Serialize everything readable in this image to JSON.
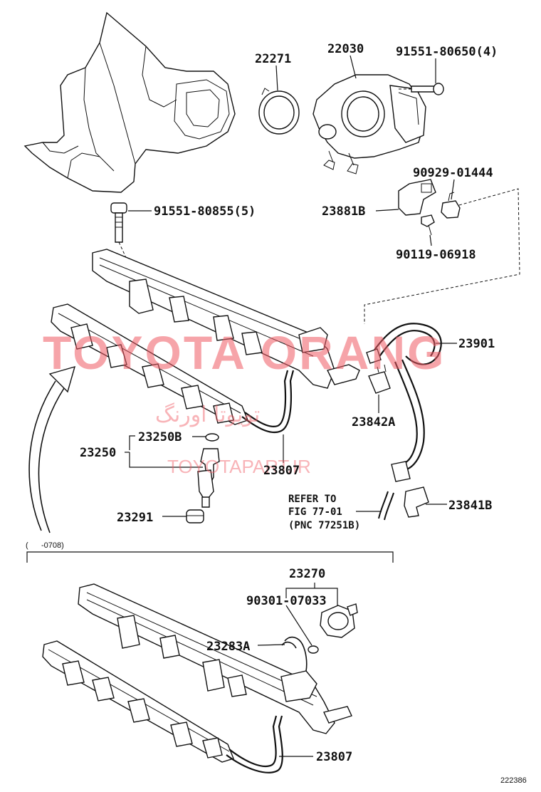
{
  "labels": {
    "p22271": "22271",
    "p22030": "22030",
    "p91551_80650": "91551-80650(4)",
    "p90929": "90929-01444",
    "p91551_80855": "91551-80855(5)",
    "p23881B": "23881B",
    "p90119": "90119-06918",
    "p23901": "23901",
    "p23842A": "23842A",
    "p23250B": "23250B",
    "p23250": "23250",
    "p23807_top": "23807",
    "p23291": "23291",
    "p23841B": "23841B",
    "refer_line1": "REFER TO",
    "refer_line2": "FIG 77-01",
    "refer_line3": "(PNC 77251B)",
    "range_note": "(      -0708)",
    "p23270": "23270",
    "p90301": "90301-07033",
    "p23283A": "23283A",
    "p23807_bottom": "23807",
    "figure_code": "222386"
  },
  "watermark": {
    "brand": "TOYOTA ORANG",
    "persian": "تویوتا اورنگ",
    "site": "TOYOTAPART.IR",
    "color": "#f05a64"
  }
}
